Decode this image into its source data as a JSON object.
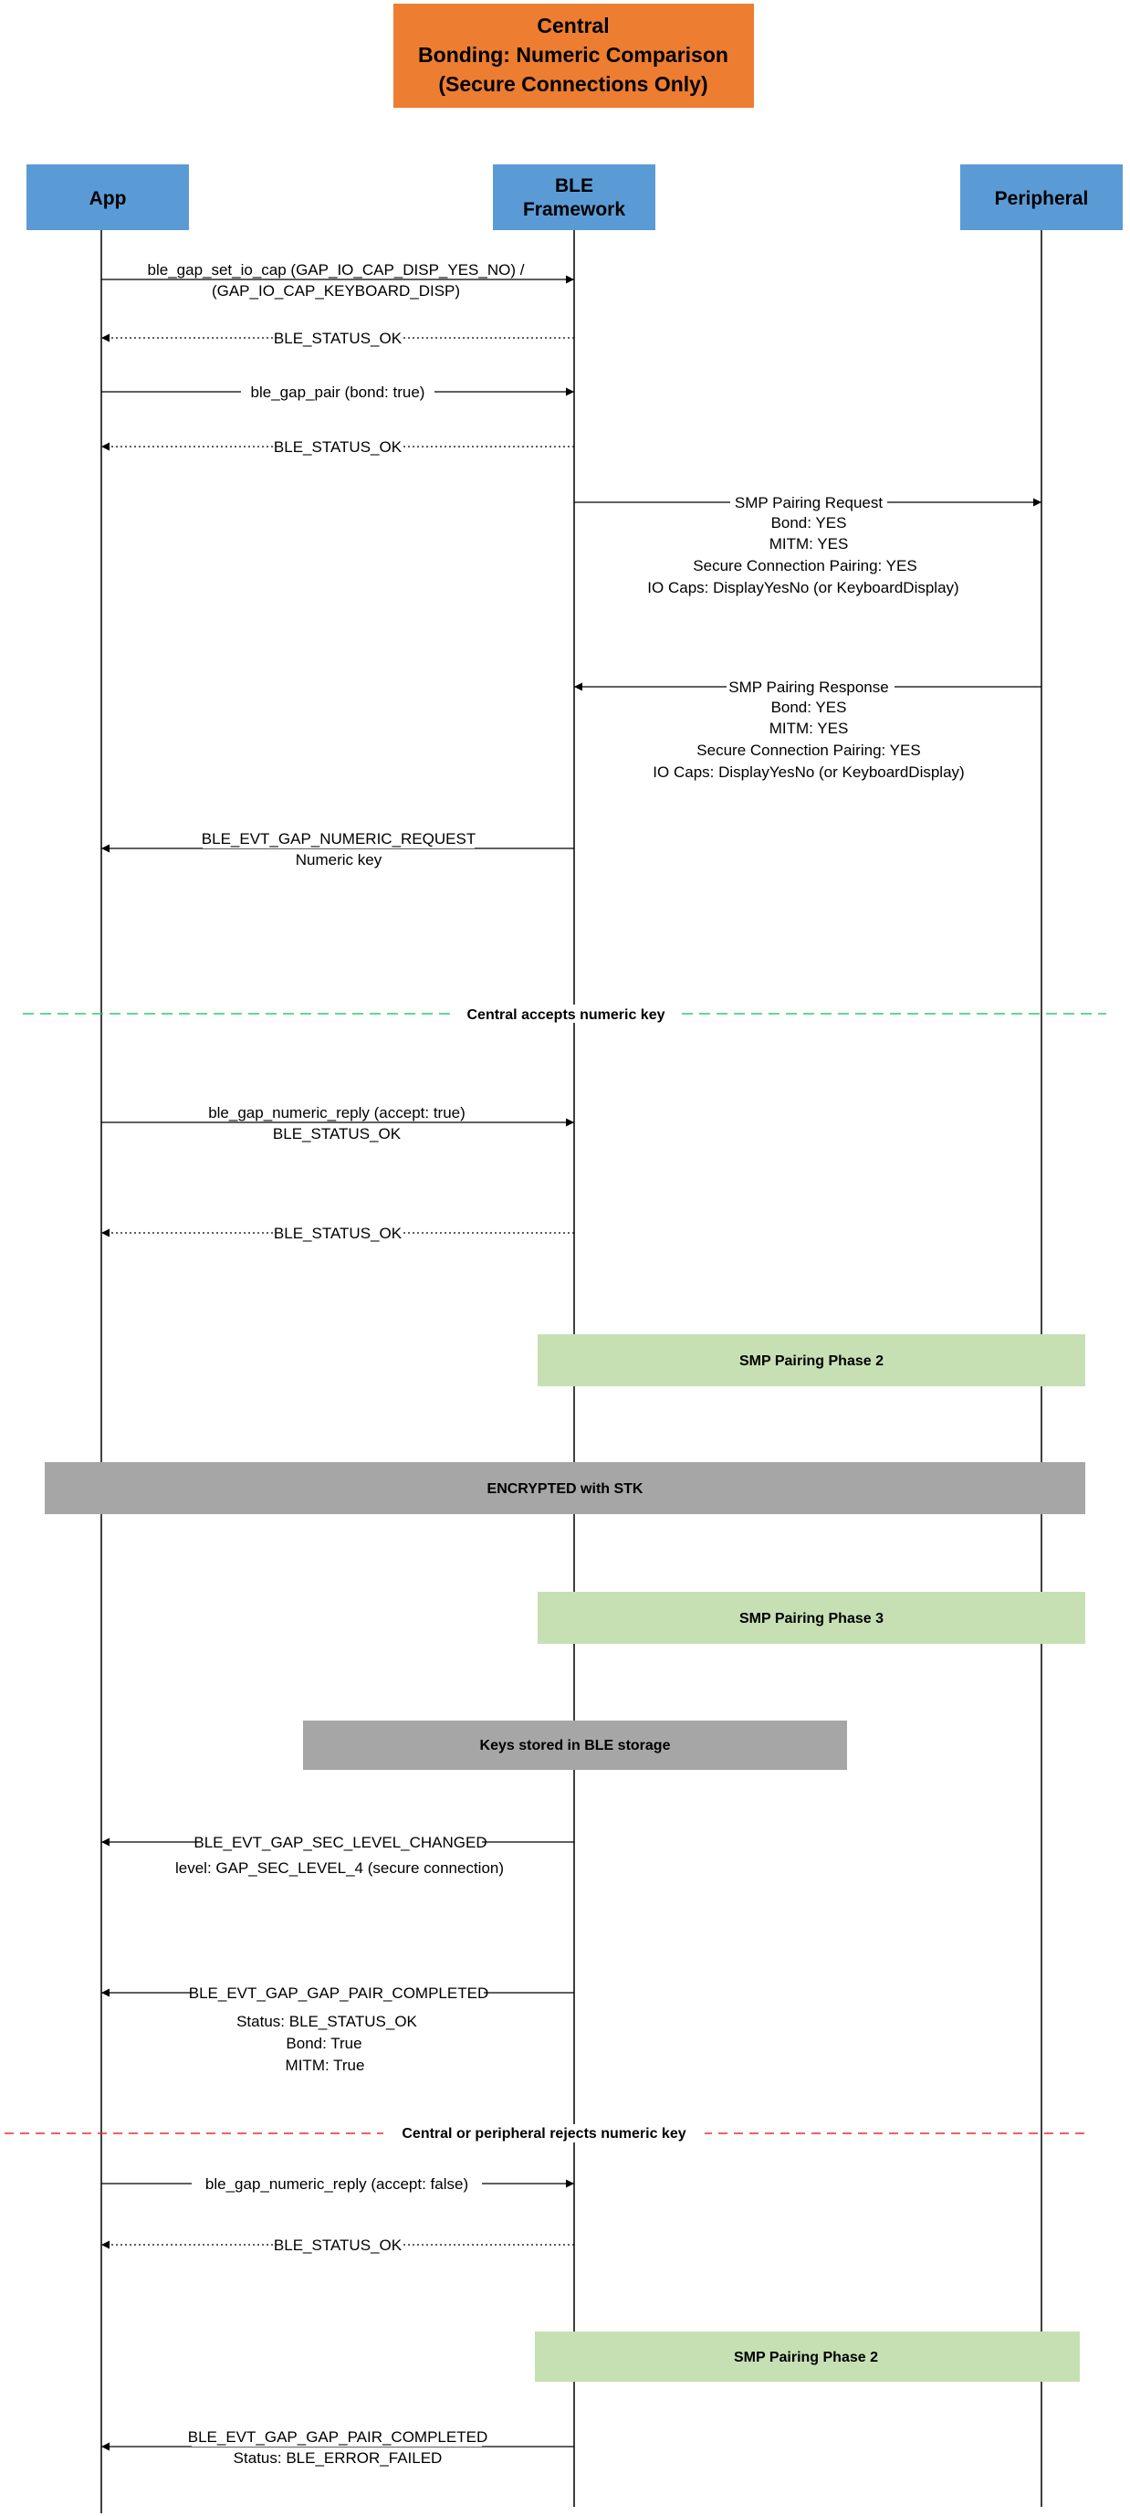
{
  "title": {
    "lines": [
      "Central",
      "Bonding: Numeric Comparison",
      "(Secure Connections Only)"
    ],
    "color": "#ED7D31"
  },
  "participants": [
    {
      "id": "app",
      "lines": [
        "App"
      ]
    },
    {
      "id": "ble",
      "lines": [
        "BLE",
        "Framework"
      ]
    },
    {
      "id": "peripheral",
      "lines": [
        "Peripheral"
      ]
    }
  ],
  "colors": {
    "participant": "#5B9BD5",
    "phase": "#C6E0B4",
    "encrypted": "#A6A6A6",
    "accept_separator": "#2ECC71",
    "reject_separator": "#E03030"
  },
  "messages": [
    {
      "id": "set-io-cap",
      "from": "app",
      "to": "ble",
      "style": "solid",
      "lines": [
        "ble_gap_set_io_cap (GAP_IO_CAP_DISP_YES_NO) /",
        "(GAP_IO_CAP_KEYBOARD_DISP)"
      ]
    },
    {
      "id": "status-ok-1",
      "from": "ble",
      "to": "app",
      "style": "dotted",
      "lines": [
        "BLE_STATUS_OK"
      ]
    },
    {
      "id": "gap-pair",
      "from": "app",
      "to": "ble",
      "style": "solid",
      "lines": [
        "ble_gap_pair (bond: true)"
      ]
    },
    {
      "id": "status-ok-2",
      "from": "ble",
      "to": "app",
      "style": "dotted",
      "lines": [
        "BLE_STATUS_OK"
      ]
    },
    {
      "id": "smp-pairing-request",
      "from": "ble",
      "to": "peripheral",
      "style": "solid",
      "lines": [
        "SMP Pairing Request",
        "Bond: YES",
        "MITM: YES",
        "Secure Connection Pairing: YES",
        "IO Caps: DisplayYesNo (or KeyboardDisplay)"
      ]
    },
    {
      "id": "smp-pairing-response",
      "from": "peripheral",
      "to": "ble",
      "style": "solid",
      "lines": [
        "SMP Pairing Response",
        "Bond: YES",
        "MITM: YES",
        "Secure Connection Pairing: YES",
        "IO Caps: DisplayYesNo (or KeyboardDisplay)"
      ]
    },
    {
      "id": "numeric-request",
      "from": "ble",
      "to": "app",
      "style": "solid",
      "lines": [
        "BLE_EVT_GAP_NUMERIC_REQUEST",
        "Numeric key"
      ]
    },
    {
      "id": "numeric-reply-accept",
      "from": "app",
      "to": "ble",
      "style": "solid",
      "lines": [
        "ble_gap_numeric_reply (accept: true)",
        "BLE_STATUS_OK"
      ]
    },
    {
      "id": "status-ok-3",
      "from": "ble",
      "to": "app",
      "style": "dotted",
      "lines": [
        "BLE_STATUS_OK"
      ]
    },
    {
      "id": "sec-level-changed",
      "from": "ble",
      "to": "app",
      "style": "solid",
      "lines": [
        "BLE_EVT_GAP_SEC_LEVEL_CHANGED",
        "level:  GAP_SEC_LEVEL_4 (secure connection)"
      ]
    },
    {
      "id": "pair-completed-ok",
      "from": "ble",
      "to": "app",
      "style": "solid",
      "lines": [
        "BLE_EVT_GAP_GAP_PAIR_COMPLETED",
        "Status: BLE_STATUS_OK",
        "Bond: True",
        "MITM: True"
      ]
    },
    {
      "id": "numeric-reply-reject",
      "from": "app",
      "to": "ble",
      "style": "solid",
      "lines": [
        "ble_gap_numeric_reply (accept: false)"
      ]
    },
    {
      "id": "status-ok-4",
      "from": "ble",
      "to": "app",
      "style": "dotted",
      "lines": [
        "BLE_STATUS_OK"
      ]
    },
    {
      "id": "pair-completed-failed",
      "from": "ble",
      "to": "app",
      "style": "solid",
      "lines": [
        "BLE_EVT_GAP_GAP_PAIR_COMPLETED",
        "Status: BLE_ERROR_FAILED"
      ]
    }
  ],
  "separators": [
    {
      "id": "accept",
      "label": "Central accepts numeric key"
    },
    {
      "id": "reject",
      "label": "Central or peripheral rejects numeric key"
    }
  ],
  "blocks": [
    {
      "id": "smp-phase-2",
      "label": "SMP Pairing Phase 2",
      "kind": "phase"
    },
    {
      "id": "encrypted-stk",
      "label": "ENCRYPTED with STK",
      "kind": "encrypted"
    },
    {
      "id": "smp-phase-3",
      "label": "SMP Pairing Phase 3",
      "kind": "phase"
    },
    {
      "id": "keys-stored",
      "label": "Keys stored in BLE storage",
      "kind": "encrypted"
    },
    {
      "id": "smp-phase-2-reject",
      "label": "SMP Pairing Phase 2",
      "kind": "phase"
    }
  ]
}
